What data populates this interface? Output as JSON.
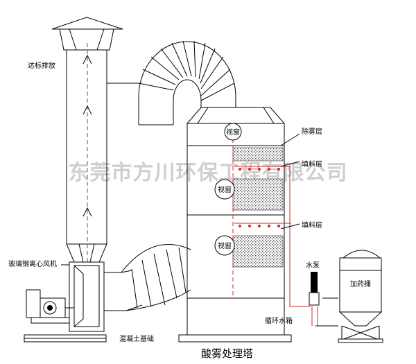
{
  "title": "酸雾处理塔",
  "watermark": "东莞市方川环保工程有限公司",
  "labels": {
    "discharge": "达标排放",
    "demist_layer": "除雾层",
    "packing_layer_1": "填料层",
    "packing_layer_2": "填料层",
    "fan": "玻璃钢离心风机",
    "foundation": "混凝土基础",
    "water_pump": "水泵",
    "dosing_tank": "加药桶",
    "circulating_tank": "循环水箱",
    "view_window": "视窗"
  },
  "colors": {
    "line": "#000000",
    "water": "#dd2222",
    "watermark": "#cfcfcf"
  }
}
